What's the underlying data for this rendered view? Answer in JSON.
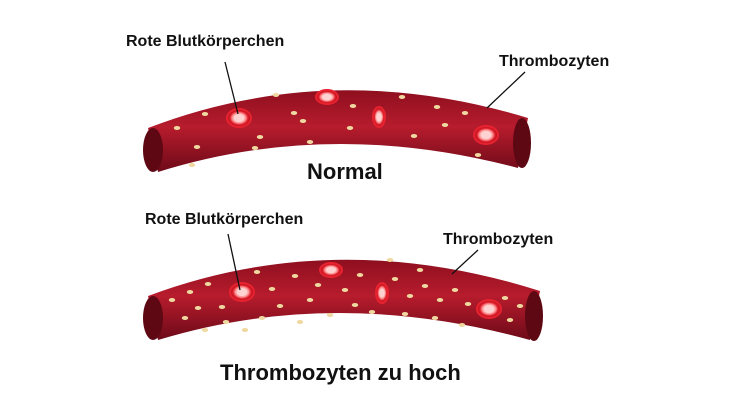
{
  "panels": [
    {
      "id": "normal",
      "caption": "Normal",
      "label_rbc": "Rote Blutkörperchen",
      "label_platelets": "Thrombozyten"
    },
    {
      "id": "high",
      "caption": "Thrombozyten zu hoch",
      "label_rbc": "Rote Blutkörperchen",
      "label_platelets": "Thrombozyten"
    }
  ],
  "colors": {
    "vessel_dark": "#7a0e1c",
    "vessel_mid": "#b3192b",
    "vessel_light": "#d23a45",
    "rbc_outer": "#e8222f",
    "rbc_inner": "#ffd2d2",
    "platelet": "#f0d9a0"
  }
}
